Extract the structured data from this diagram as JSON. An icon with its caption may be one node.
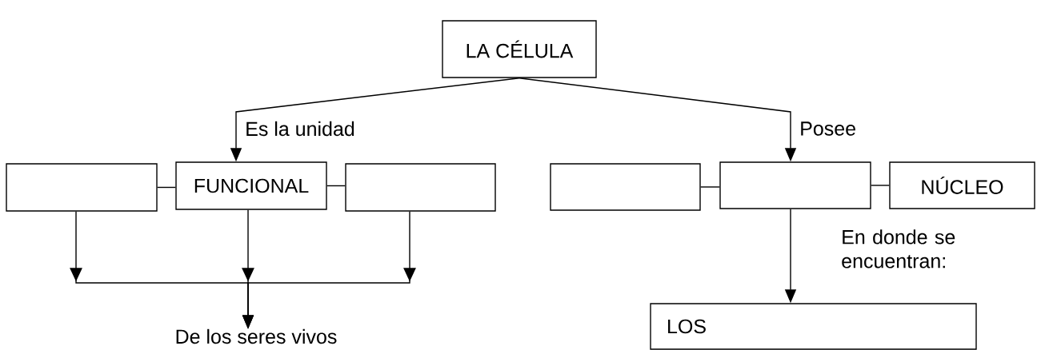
{
  "diagram": {
    "nodes": [
      {
        "text": [
          "LA CÉLULA"
        ]
      },
      {
        "text": [],
        "shape": "box"
      },
      {
        "text": [
          "FUNCIONAL"
        ]
      },
      {
        "text": [],
        "shape": "box"
      },
      {
        "text": [],
        "shape": "box"
      },
      {
        "text": [],
        "shape": "box"
      },
      {
        "text": [
          "NÚCLEO"
        ]
      },
      {
        "text": [
          "LOS"
        ]
      },
      {
        "text": [
          "De los seres vivos"
        ]
      }
    ],
    "edges": [
      {
        "from": 0,
        "to": 2,
        "arrow": "to",
        "label": "Es la unidad"
      },
      {
        "from": 0,
        "to": 5,
        "arrow": "to",
        "label": "Posee"
      },
      {
        "from": 1,
        "to": 2,
        "arrow": "none"
      },
      {
        "from": 2,
        "to": 3,
        "arrow": "none"
      },
      {
        "from": 4,
        "to": 5,
        "arrow": "none"
      },
      {
        "from": 5,
        "to": 6,
        "arrow": "none"
      },
      {
        "from": 5,
        "to": 7,
        "arrow": "to",
        "label": "En donde se encuentran:"
      },
      {
        "from": 1,
        "to": 8,
        "arrow": "to"
      },
      {
        "from": 2,
        "to": 8,
        "arrow": "to"
      },
      {
        "from": 3,
        "to": 8,
        "arrow": "to"
      }
    ]
  }
}
